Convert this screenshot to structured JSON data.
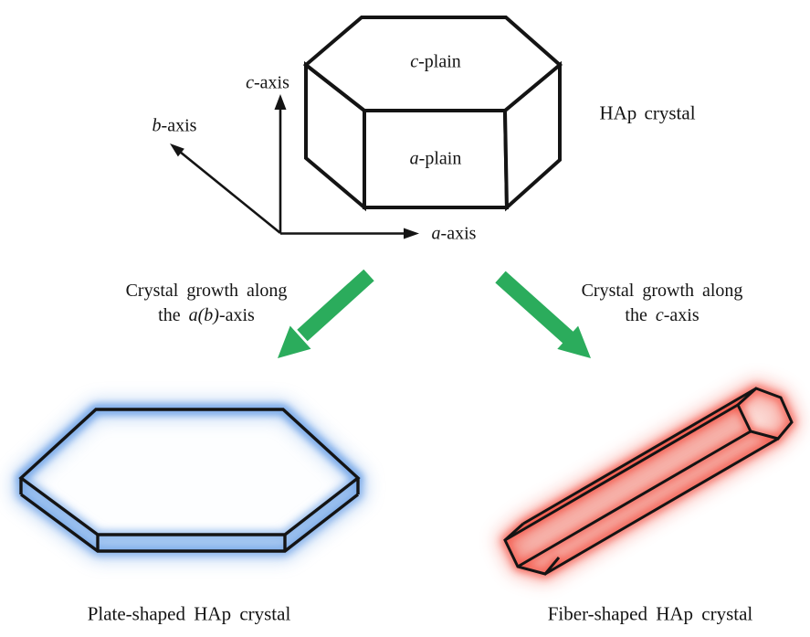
{
  "colors": {
    "ink": "#141414",
    "arrow-green": "#2bac5c",
    "plate-glow": "#76a7e8",
    "plate-fill": "#bdd7f4",
    "plate-face": "#fdfeff",
    "fiber-glow": "#f4564a",
    "fiber-fill": "#f5a49b",
    "fiber-face": "#fbd9d4"
  },
  "figure": {
    "hap_label": "HAp crystal",
    "c_plane": {
      "v": "c",
      "rest": "-plain"
    },
    "a_plane": {
      "v": "a",
      "rest": "-plain"
    },
    "c_axis": {
      "v": "c",
      "rest": "-axis"
    },
    "b_axis": {
      "v": "b",
      "rest": "-axis"
    },
    "a_axis": {
      "v": "a",
      "rest": "-axis"
    },
    "left_branch": {
      "line1": "Crystal growth along",
      "pre": "the ",
      "v": "a(b)",
      "post": "-axis"
    },
    "right_branch": {
      "line1": "Crystal growth along",
      "pre": "the ",
      "v": "c",
      "post": "-axis"
    },
    "plate_caption": "Plate-shaped HAp crystal",
    "fiber_caption": "Fiber-shaped HAp crystal"
  }
}
